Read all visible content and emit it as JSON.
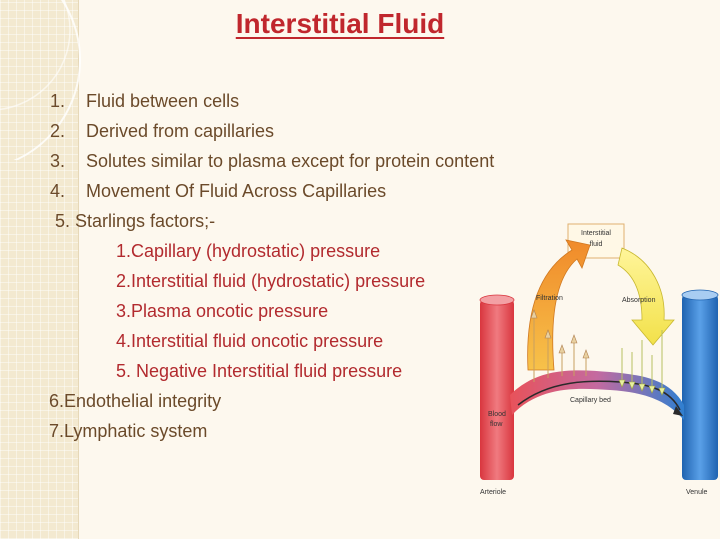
{
  "title": "Interstitial Fluid",
  "items": [
    {
      "num": "1.",
      "text": "Fluid between cells"
    },
    {
      "num": "2.",
      "text": "Derived from capillaries"
    },
    {
      "num": "3.",
      "text": "Solutes similar to plasma except for protein content"
    },
    {
      "num": "4.",
      "text": "Movement Of Fluid Across Capillaries"
    }
  ],
  "starlings": {
    "heading": "5. Starlings factors;-",
    "factors": [
      "1.Capillary (hydrostatic) pressure",
      "2.Interstitial fluid (hydrostatic) pressure",
      "3.Plasma oncotic pressure",
      "4.Interstitial fluid oncotic pressure",
      "5. Negative Interstitial fluid pressure"
    ]
  },
  "more_items": [
    "6.Endothelial integrity",
    "7.Lymphatic system"
  ],
  "diagram": {
    "interstitial_label_1": "Interstitial",
    "interstitial_label_2": "fluid",
    "filtration": "Filtration",
    "absorption": "Absorption",
    "capillary_bed": "Capillary bed",
    "blood_flow_1": "Blood",
    "blood_flow_2": "flow",
    "arteriole": "Arteriole",
    "venule": "Venule"
  },
  "colors": {
    "title": "#c0272d",
    "list_text": "#6b4a2a",
    "factor_text": "#b22a2e",
    "arteriole": "#e8525a",
    "venule": "#2f7fd0"
  }
}
